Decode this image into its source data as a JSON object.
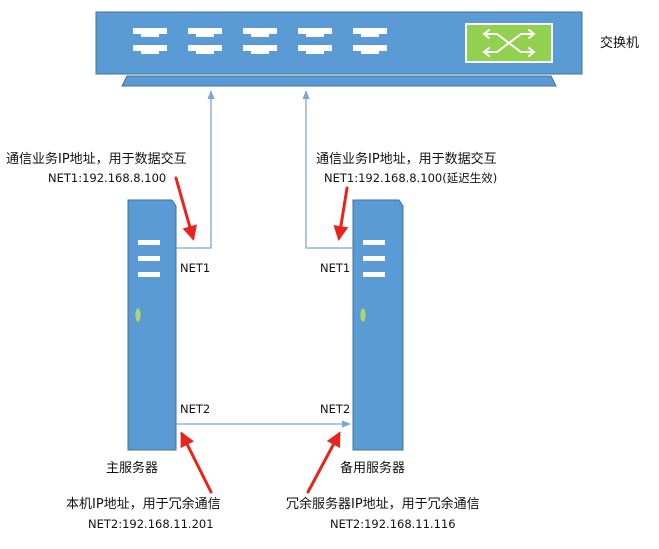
{
  "switch": {
    "label": "交换机",
    "body_color": "#5b9bd5",
    "icon": "switch-cross-arrows-icon",
    "icon_color": "#92d050"
  },
  "primary_server": {
    "name": "主服务器",
    "ports": {
      "net1": "NET1",
      "net2": "NET2"
    },
    "annotations": {
      "net1_purpose": "通信业务IP地址，用于数据交互",
      "net1_ip": "NET1:192.168.8.100",
      "net2_purpose": "本机IP地址，用于冗余通信",
      "net2_ip": "NET2:192.168.11.201"
    }
  },
  "backup_server": {
    "name": "备用服务器",
    "ports": {
      "net1": "NET1",
      "net2": "NET2"
    },
    "annotations": {
      "net1_purpose": "通信业务IP地址，用于数据交互",
      "net1_ip": "NET1:192.168.8.100(延迟生效)",
      "net2_purpose": "冗余服务器IP地址，用于冗余通信",
      "net2_ip": "NET2:192.168.11.116"
    }
  },
  "colors": {
    "device_fill": "#5b9bd5",
    "device_stroke": "#41719c",
    "link_line": "#7aa7d6",
    "pointer_arrow": "#e8251d",
    "led": "#a9d18e"
  }
}
